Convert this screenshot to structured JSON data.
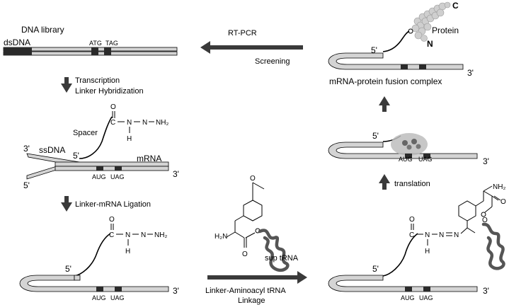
{
  "colors": {
    "strand_fill": "#d4d4d4",
    "dark_block": "#2a2a2a",
    "arrow": "#3a3a3a",
    "protein": "#cfcfcf"
  },
  "top_left": {
    "library": "DNA library",
    "dsdna": "dsDNA",
    "atg": "ATG",
    "tag": "TAG"
  },
  "arrow_rt": {
    "top": "RT-PCR",
    "bottom": "Screening"
  },
  "step1": {
    "line1": "Transcription",
    "line2": "Linker Hybridization"
  },
  "hybrid": {
    "spacer": "Spacer",
    "c": "C",
    "o": "O",
    "n1": "N",
    "n2": "N",
    "nh2": "NH₂",
    "h": "H",
    "three_top": "3'",
    "ssdna": "ssDNA",
    "five_mid": "5'",
    "mrna": "mRNA",
    "aug": "AUG",
    "uag": "UAG",
    "three_right": "3'",
    "five_left": "5'"
  },
  "step2": {
    "label": "Linker-mRNA Ligation"
  },
  "ligated": {
    "c": "C",
    "o": "O",
    "n1": "N",
    "n2": "N",
    "nh2": "NH₂",
    "h": "H",
    "five": "5'",
    "aug": "AUG",
    "uag": "UAG",
    "three": "3'"
  },
  "trna": {
    "nh2": "H₂N",
    "o": "O",
    "o2": "O",
    "sup": "sup tRNA"
  },
  "step3": {
    "line1": "Linker-Aminoacyl tRNA",
    "line2": "Linkage"
  },
  "linked": {
    "c": "C",
    "o": "O",
    "n1": "N",
    "n2": "N",
    "n3": "N",
    "h": "H",
    "nh2": "NH₂",
    "o2": "O",
    "o3": "O",
    "five": "5'",
    "aug": "AUG",
    "uag": "UAG",
    "three": "3'"
  },
  "step4": {
    "label": "translation"
  },
  "ribosome": {
    "five": "5'",
    "aug": "AUG",
    "uag": "UAG",
    "three": "3'"
  },
  "fusion": {
    "protein": "Protein",
    "c": "C",
    "n": "N",
    "five": "5'",
    "three": "3'",
    "label": "mRNA-protein fusion complex"
  }
}
